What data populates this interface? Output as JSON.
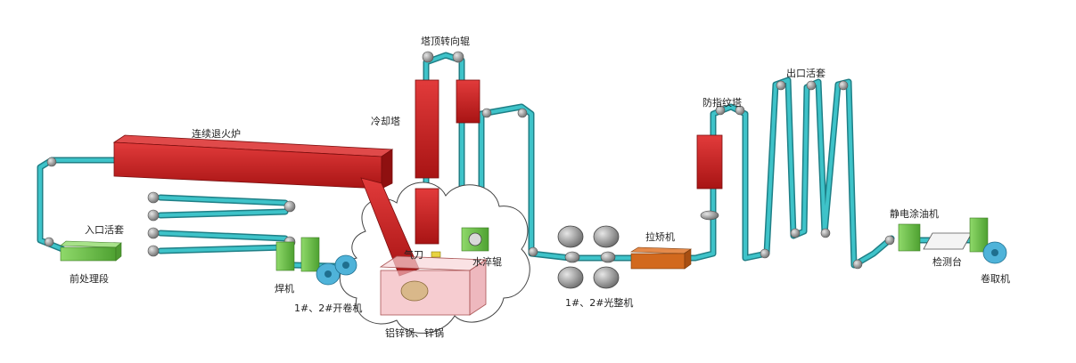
{
  "labels": {
    "tower_top_roll": "塔顶转向辊",
    "cooling_tower": "冷却塔",
    "annealing_furnace": "连续退火炉",
    "entry_looper": "入口活套",
    "pretreatment": "前处理段",
    "welder": "焊机",
    "uncoiler": "1#、2#开卷机",
    "pot": "铝锌锅、锌锅",
    "water_quench": "水淬辊",
    "air_knife": "气刀",
    "skin_pass": "1#、2#光整机",
    "tension_leveler": "拉矫机",
    "anti_finger_tower": "防指纹塔",
    "exit_looper": "出口活套",
    "electrostatic_oiler": "静电涂油机",
    "inspection": "检测台",
    "recoiler": "卷取机"
  },
  "colors": {
    "strip": "#3ec3c9",
    "strip_edge": "#1f7f86",
    "furnace": "#cc1f1f",
    "equipment_green": "#6cc34a",
    "pot": "#f2b6bc",
    "leveler": "#d2691e",
    "roll_gray": "#9a9a9a",
    "coil_blue": "#4fb3d9"
  }
}
